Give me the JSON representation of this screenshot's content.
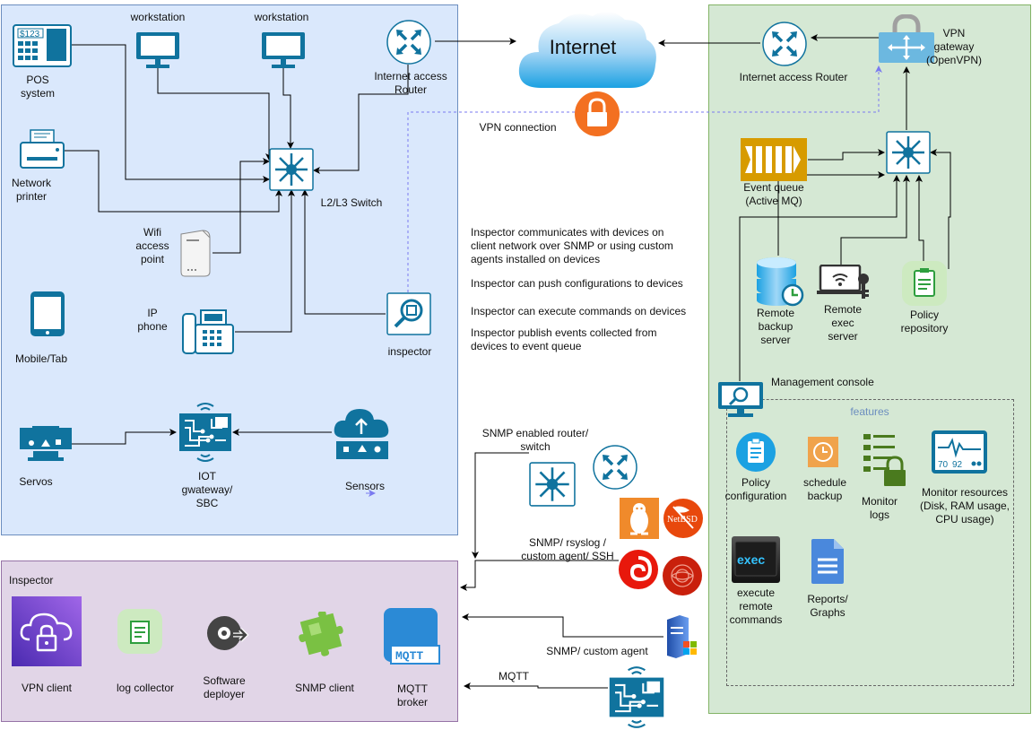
{
  "zones": {
    "client_network": {
      "fill": "#dae8fc",
      "stroke": "#6c8ebf"
    },
    "server_side": {
      "fill": "#d5e8d4",
      "stroke": "#82b366"
    },
    "inspector_box": {
      "label": "Inspector",
      "fill": "#e1d5e7",
      "stroke": "#9673a6"
    },
    "features_box": {
      "label": "features"
    }
  },
  "nodes": {
    "pos": {
      "label": "POS\nsystem",
      "screen_text": "$123"
    },
    "workstation_1": {
      "label": "workstation"
    },
    "workstation_2": {
      "label": "workstation"
    },
    "router_client": {
      "label": "Internet access\nRouter"
    },
    "printer": {
      "label": "Network\nprinter"
    },
    "switch_client": {
      "label": "L2/L3 Switch"
    },
    "wifi_ap": {
      "label": "Wifi\naccess\npoint"
    },
    "ip_phone": {
      "label": "IP\nphone"
    },
    "mobile": {
      "label": "Mobile/Tab"
    },
    "inspector_node": {
      "label": "inspector"
    },
    "servos": {
      "label": "Servos"
    },
    "iot_gateway": {
      "label": "IOT\ngwateway/\nSBC"
    },
    "sensors": {
      "label": "Sensors"
    },
    "internet": {
      "label": "Internet"
    },
    "vpn_lock": {
      "label": "VPN connection"
    },
    "router_server": {
      "label": "Internet access Router"
    },
    "vpn_gateway": {
      "label": "VPN\ngateway\n(OpenVPN)"
    },
    "event_queue": {
      "label": "Event queue\n(Active MQ)"
    },
    "switch_server": {
      "label": ""
    },
    "backup_server": {
      "label": "Remote\nbackup\nserver"
    },
    "exec_server": {
      "label": "Remote\nexec\nserver"
    },
    "policy_repo": {
      "label": "Policy\nrepository"
    },
    "mgmt_console": {
      "label": "Management console"
    },
    "snmp_router": {
      "label": "SNMP enabled router/\nswitch"
    },
    "snmp_rsyslog": {
      "label": "SNMP/ rsyslog /\ncustom agent/ SSH"
    },
    "snmp_agent": {
      "label": "SNMP/ custom agent"
    },
    "mqtt_edge": {
      "label": "MQTT"
    }
  },
  "notes": [
    "Inspector communicates with devices on\nclient network over SNMP or using custom\nagents installed on devices",
    "Inspector can push configurations to devices",
    "Inspector can execute commands on devices",
    "Inspector publish events collected from\ndevices to event queue"
  ],
  "features": {
    "policy_config": "Policy\nconfiguration",
    "schedule_backup": "schedule\nbackup",
    "monitor_logs": "Monitor\nlogs",
    "monitor_resources": "Monitor resources\n(Disk, RAM usage,\nCPU usage)",
    "monitor_readout_a": "70",
    "monitor_readout_b": "92",
    "execute_remote": "execute\nremote\ncommands",
    "exec_screen_text": "exec",
    "reports": "Reports/\nGraphs"
  },
  "inspector_components": {
    "vpn_client": "VPN client",
    "log_collector": "log collector",
    "software_deployer": "Software\ndeployer",
    "snmp_client": "SNMP client",
    "mqtt_broker": "MQTT\nbroker",
    "mqtt_icon_text": "MQTT"
  },
  "os_badges": {
    "netbsd": "NetBSD"
  },
  "colors": {
    "network_blue": "#10739e",
    "internet_cloud": "#1ba1e2",
    "vpn_orange": "#f37021",
    "queue_orange": "#d79b00",
    "vpn_edge": "#7a7af0",
    "purple_icon": "#5a30b5",
    "green_icon": "#7ac143"
  },
  "icons": [
    "pos-terminal-icon",
    "monitor-icon",
    "router-icon",
    "printer-icon",
    "switch-icon",
    "wifi-access-point-icon",
    "ip-phone-icon",
    "tablet-icon",
    "inspector-magnifier-icon",
    "servo-icon",
    "iot-gateway-icon",
    "sensor-cloud-icon",
    "internet-cloud-icon",
    "lock-icon",
    "vpn-gateway-icon",
    "event-queue-icon",
    "backup-server-icon",
    "remote-exec-server-icon",
    "policy-repository-icon",
    "management-console-icon",
    "clipboard-icon",
    "clock-icon",
    "log-checklist-icon",
    "resource-monitor-icon",
    "exec-terminal-icon",
    "reports-document-icon",
    "linux-icon",
    "netbsd-icon",
    "debian-icon",
    "redhat-icon",
    "windows-server-icon",
    "vpn-client-icon",
    "log-collector-icon",
    "software-deployer-icon",
    "snmp-puzzle-icon",
    "mqtt-broker-icon"
  ]
}
